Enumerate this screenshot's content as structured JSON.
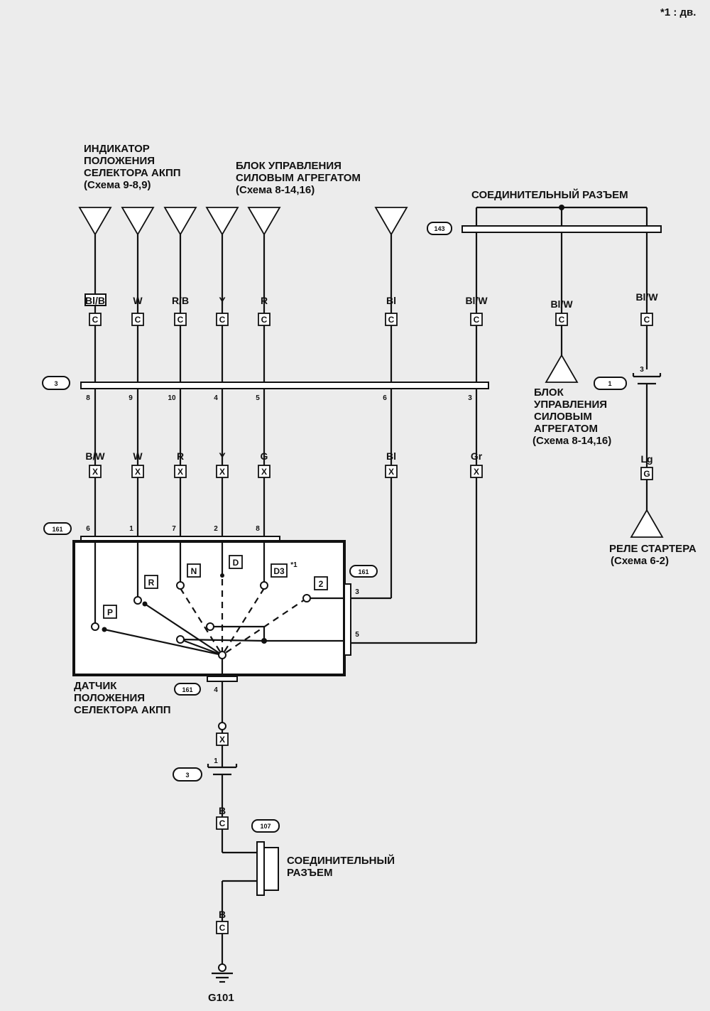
{
  "note": "*1 : дв.",
  "labels": {
    "indicator": [
      "ИНДИКАТОР",
      "ПОЛОЖЕНИЯ",
      "СЕЛЕКТОРА АКПП",
      "(Схема 9-8,9)"
    ],
    "ecu_top": [
      "БЛОК УПРАВЛЕНИЯ",
      "СИЛОВЫМ АГРЕГАТОМ",
      "(Схема 8-14,16)"
    ],
    "joint_top": "СОЕДИНИТЕЛЬНЫЙ РАЗЪЕМ",
    "ecu_right": [
      "БЛОК",
      "УПРАВЛЕНИЯ",
      "СИЛОВЫМ",
      "АГРЕГАТОМ",
      "(Схема 8-14,16)"
    ],
    "starter": [
      "РЕЛЕ СТАРТЕРА",
      "(Схема 6-2)"
    ],
    "sensor": [
      "ДАТЧИК",
      "ПОЛОЖЕНИЯ",
      "СЕЛЕКТОРА АКПП"
    ],
    "joint_bottom": [
      "СОЕДИНИТЕЛЬНЫЙ",
      "РАЗЪЕМ"
    ],
    "ground": "G101"
  },
  "connectors": {
    "c143": "143",
    "c3_top": "3",
    "c1": "1",
    "c161_top": "161",
    "c161_right": "161",
    "c161_bottom": "161",
    "c3_bottom": "3",
    "c107": "107"
  },
  "wires_upper": [
    {
      "color": "Bl/B",
      "code": "C",
      "pin": "8"
    },
    {
      "color": "W",
      "code": "C",
      "pin": "9"
    },
    {
      "color": "R/B",
      "code": "C",
      "pin": "10"
    },
    {
      "color": "Y",
      "code": "C",
      "pin": "4"
    },
    {
      "color": "R",
      "code": "C",
      "pin": "5"
    },
    {
      "color": "Bl",
      "code": "C",
      "pin": "6"
    },
    {
      "color": "Bl/W",
      "code": "C",
      "pin": "3"
    },
    {
      "color": "Bl/W",
      "code": "C",
      "pin": ""
    },
    {
      "color": "Bl/W",
      "code": "C",
      "pin": "3"
    }
  ],
  "wires_lower": [
    {
      "color": "B/W",
      "code": "X",
      "pin": "6"
    },
    {
      "color": "W",
      "code": "X",
      "pin": "1"
    },
    {
      "color": "R",
      "code": "X",
      "pin": "7"
    },
    {
      "color": "Y",
      "code": "X",
      "pin": "2"
    },
    {
      "color": "G",
      "code": "X",
      "pin": "8"
    },
    {
      "color": "Bl",
      "code": "X",
      "pin": ""
    },
    {
      "color": "Gr",
      "code": "X",
      "pin": ""
    },
    {
      "color": "Lg",
      "code": "G",
      "pin": ""
    }
  ],
  "positions": [
    "P",
    "R",
    "N",
    "D",
    "D3",
    "2"
  ],
  "position_note": "*1",
  "right_pins": [
    "3",
    "5"
  ],
  "ground_path": [
    {
      "color": "",
      "code": "X",
      "pin": "4"
    },
    {
      "color": "",
      "code": "",
      "pin": "1"
    },
    {
      "color": "B",
      "code": "C",
      "pin": ""
    },
    {
      "color": "B",
      "code": "C",
      "pin": ""
    }
  ]
}
